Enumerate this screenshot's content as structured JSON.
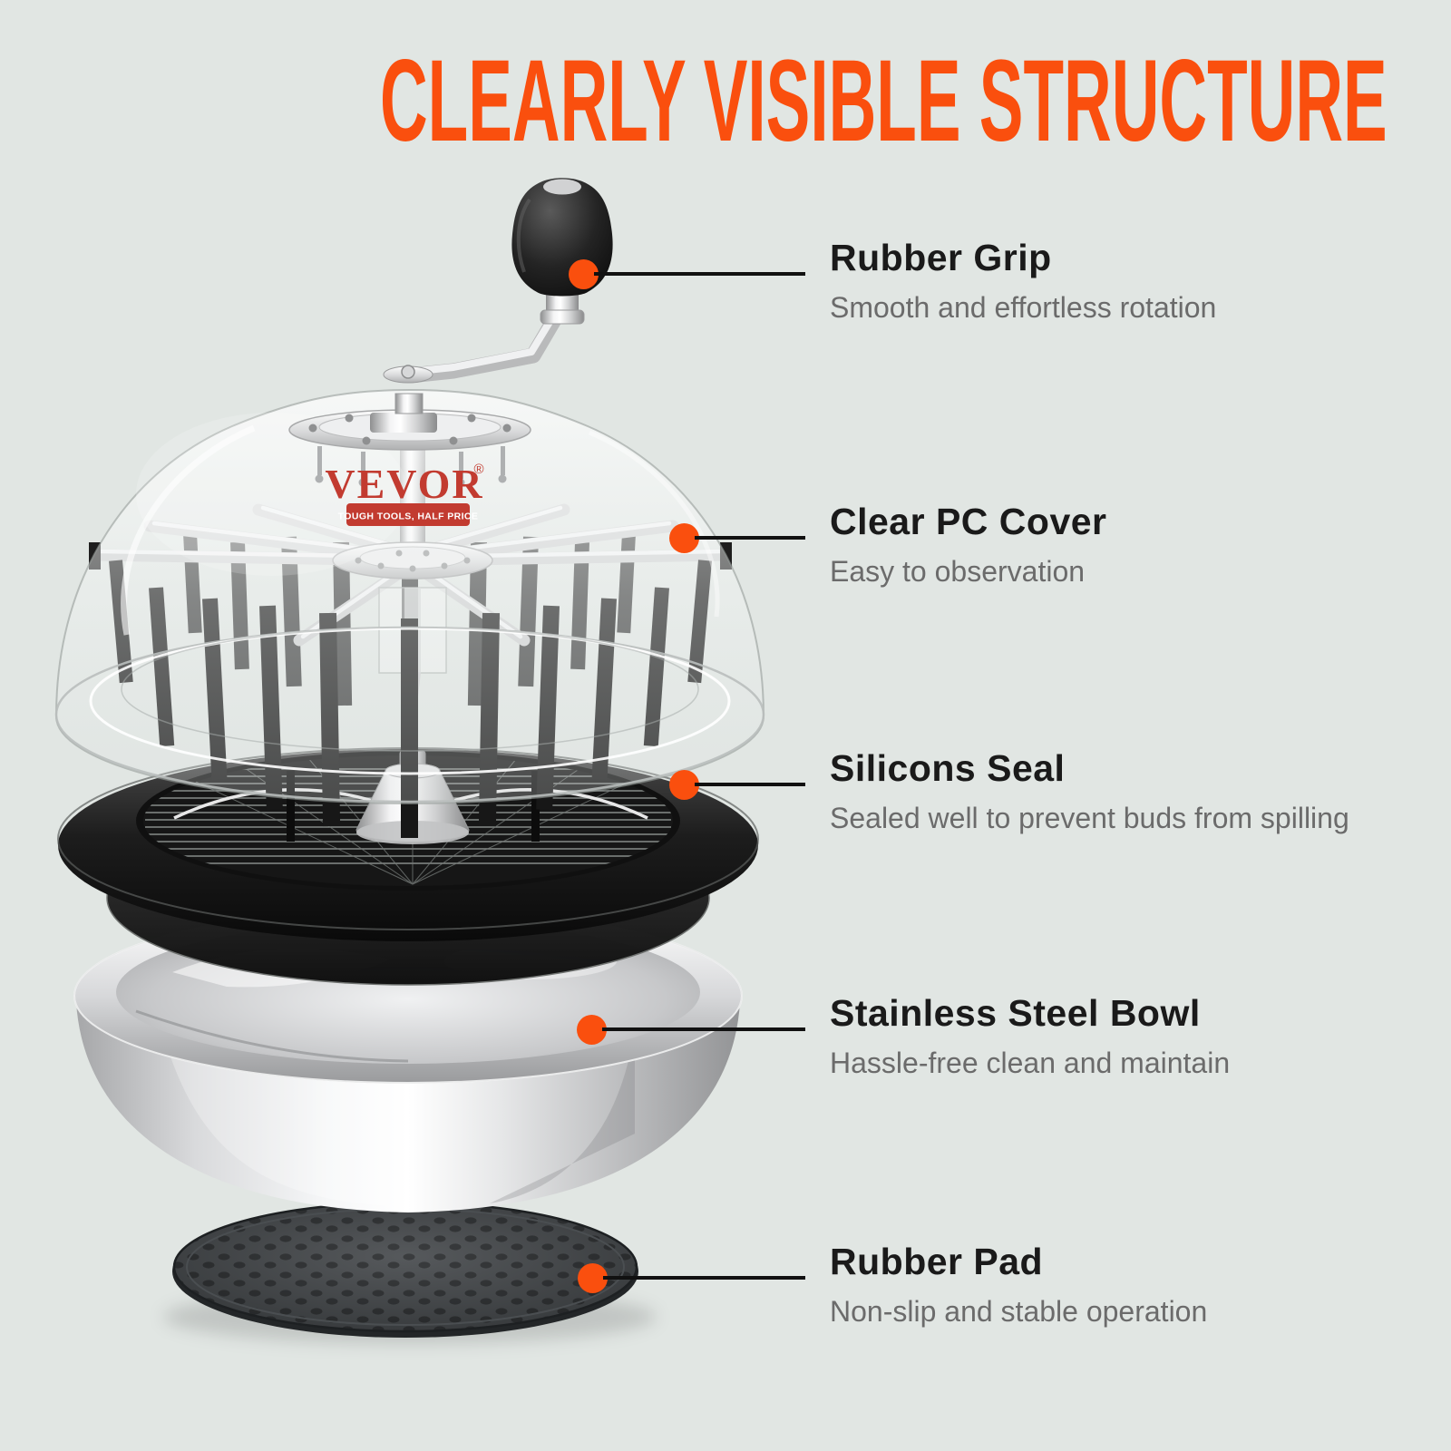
{
  "title": "CLEARLY VISIBLE STRUCTURE",
  "brand": {
    "logo": "VEVOR",
    "registered": "®",
    "tagline": "TOUGH TOOLS, HALF PRICE"
  },
  "colors": {
    "accent": "#FA4F0E",
    "background": "#E1E6E3",
    "line": "#111111",
    "label_title": "#1A1A1A",
    "label_subtitle": "#6B6B6B",
    "brand_red": "#C23B30"
  },
  "callouts": [
    {
      "id": "rubber-grip",
      "label": "Rubber Grip",
      "description": "Smooth and effortless rotation"
    },
    {
      "id": "clear-pc-cover",
      "label": "Clear PC Cover",
      "description": "Easy to observation"
    },
    {
      "id": "silicons-seal",
      "label": "Silicons Seal",
      "description": "Sealed well to prevent buds from spilling"
    },
    {
      "id": "stainless-steel-bowl",
      "label": "Stainless Steel Bowl",
      "description": "Hassle-free clean and maintain"
    },
    {
      "id": "rubber-pad",
      "label": "Rubber Pad",
      "description": "Non-slip and stable operation"
    }
  ],
  "diagram": {
    "product": "bud-leaf-trimmer-exploded-view",
    "parts": [
      "crank-handle",
      "clear-pc-cover",
      "blade-assembly",
      "silicone-seal",
      "stainless-steel-bowl",
      "rubber-pad"
    ]
  }
}
